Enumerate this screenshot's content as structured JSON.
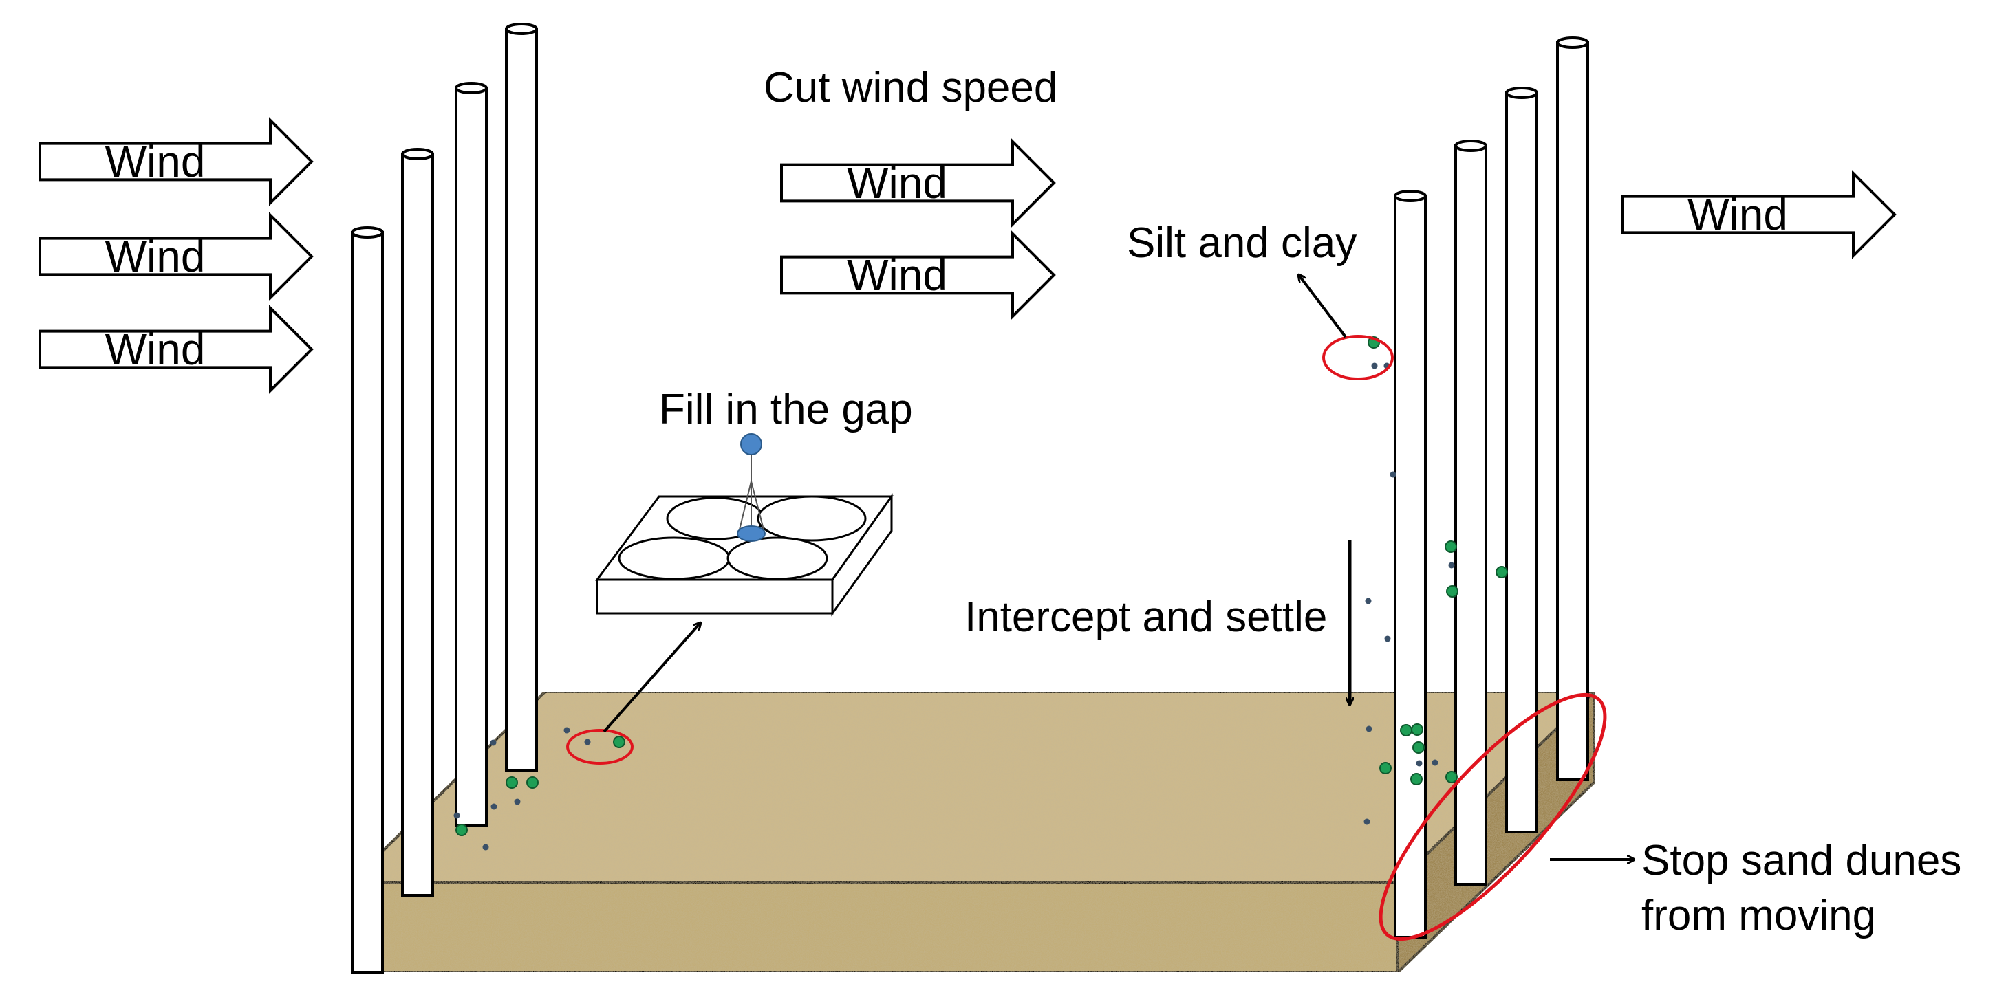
{
  "wind_arrows": [
    {
      "label": "Wind"
    },
    {
      "label": "Wind"
    },
    {
      "label": "Wind"
    },
    {
      "label": "Wind"
    },
    {
      "label": "Wind"
    },
    {
      "label": "Wind"
    }
  ],
  "labels": {
    "cut_wind_speed": "Cut wind speed",
    "silt_and_clay": "Silt and clay",
    "fill_in_the_gap": "Fill in the gap",
    "intercept_and_settle": "Intercept and settle",
    "stop_sand_dunes_line1": "Stop sand dunes",
    "stop_sand_dunes_line2": "from moving"
  },
  "colors": {
    "sand_top": "#cdb98c",
    "sand_front": "#c2ad78",
    "sand_side": "#9c8450",
    "particle_green": "#1e9e55",
    "particle_small": "#3a5068",
    "particle_blue": "#4a86c8",
    "highlight_red": "#e0141e"
  }
}
